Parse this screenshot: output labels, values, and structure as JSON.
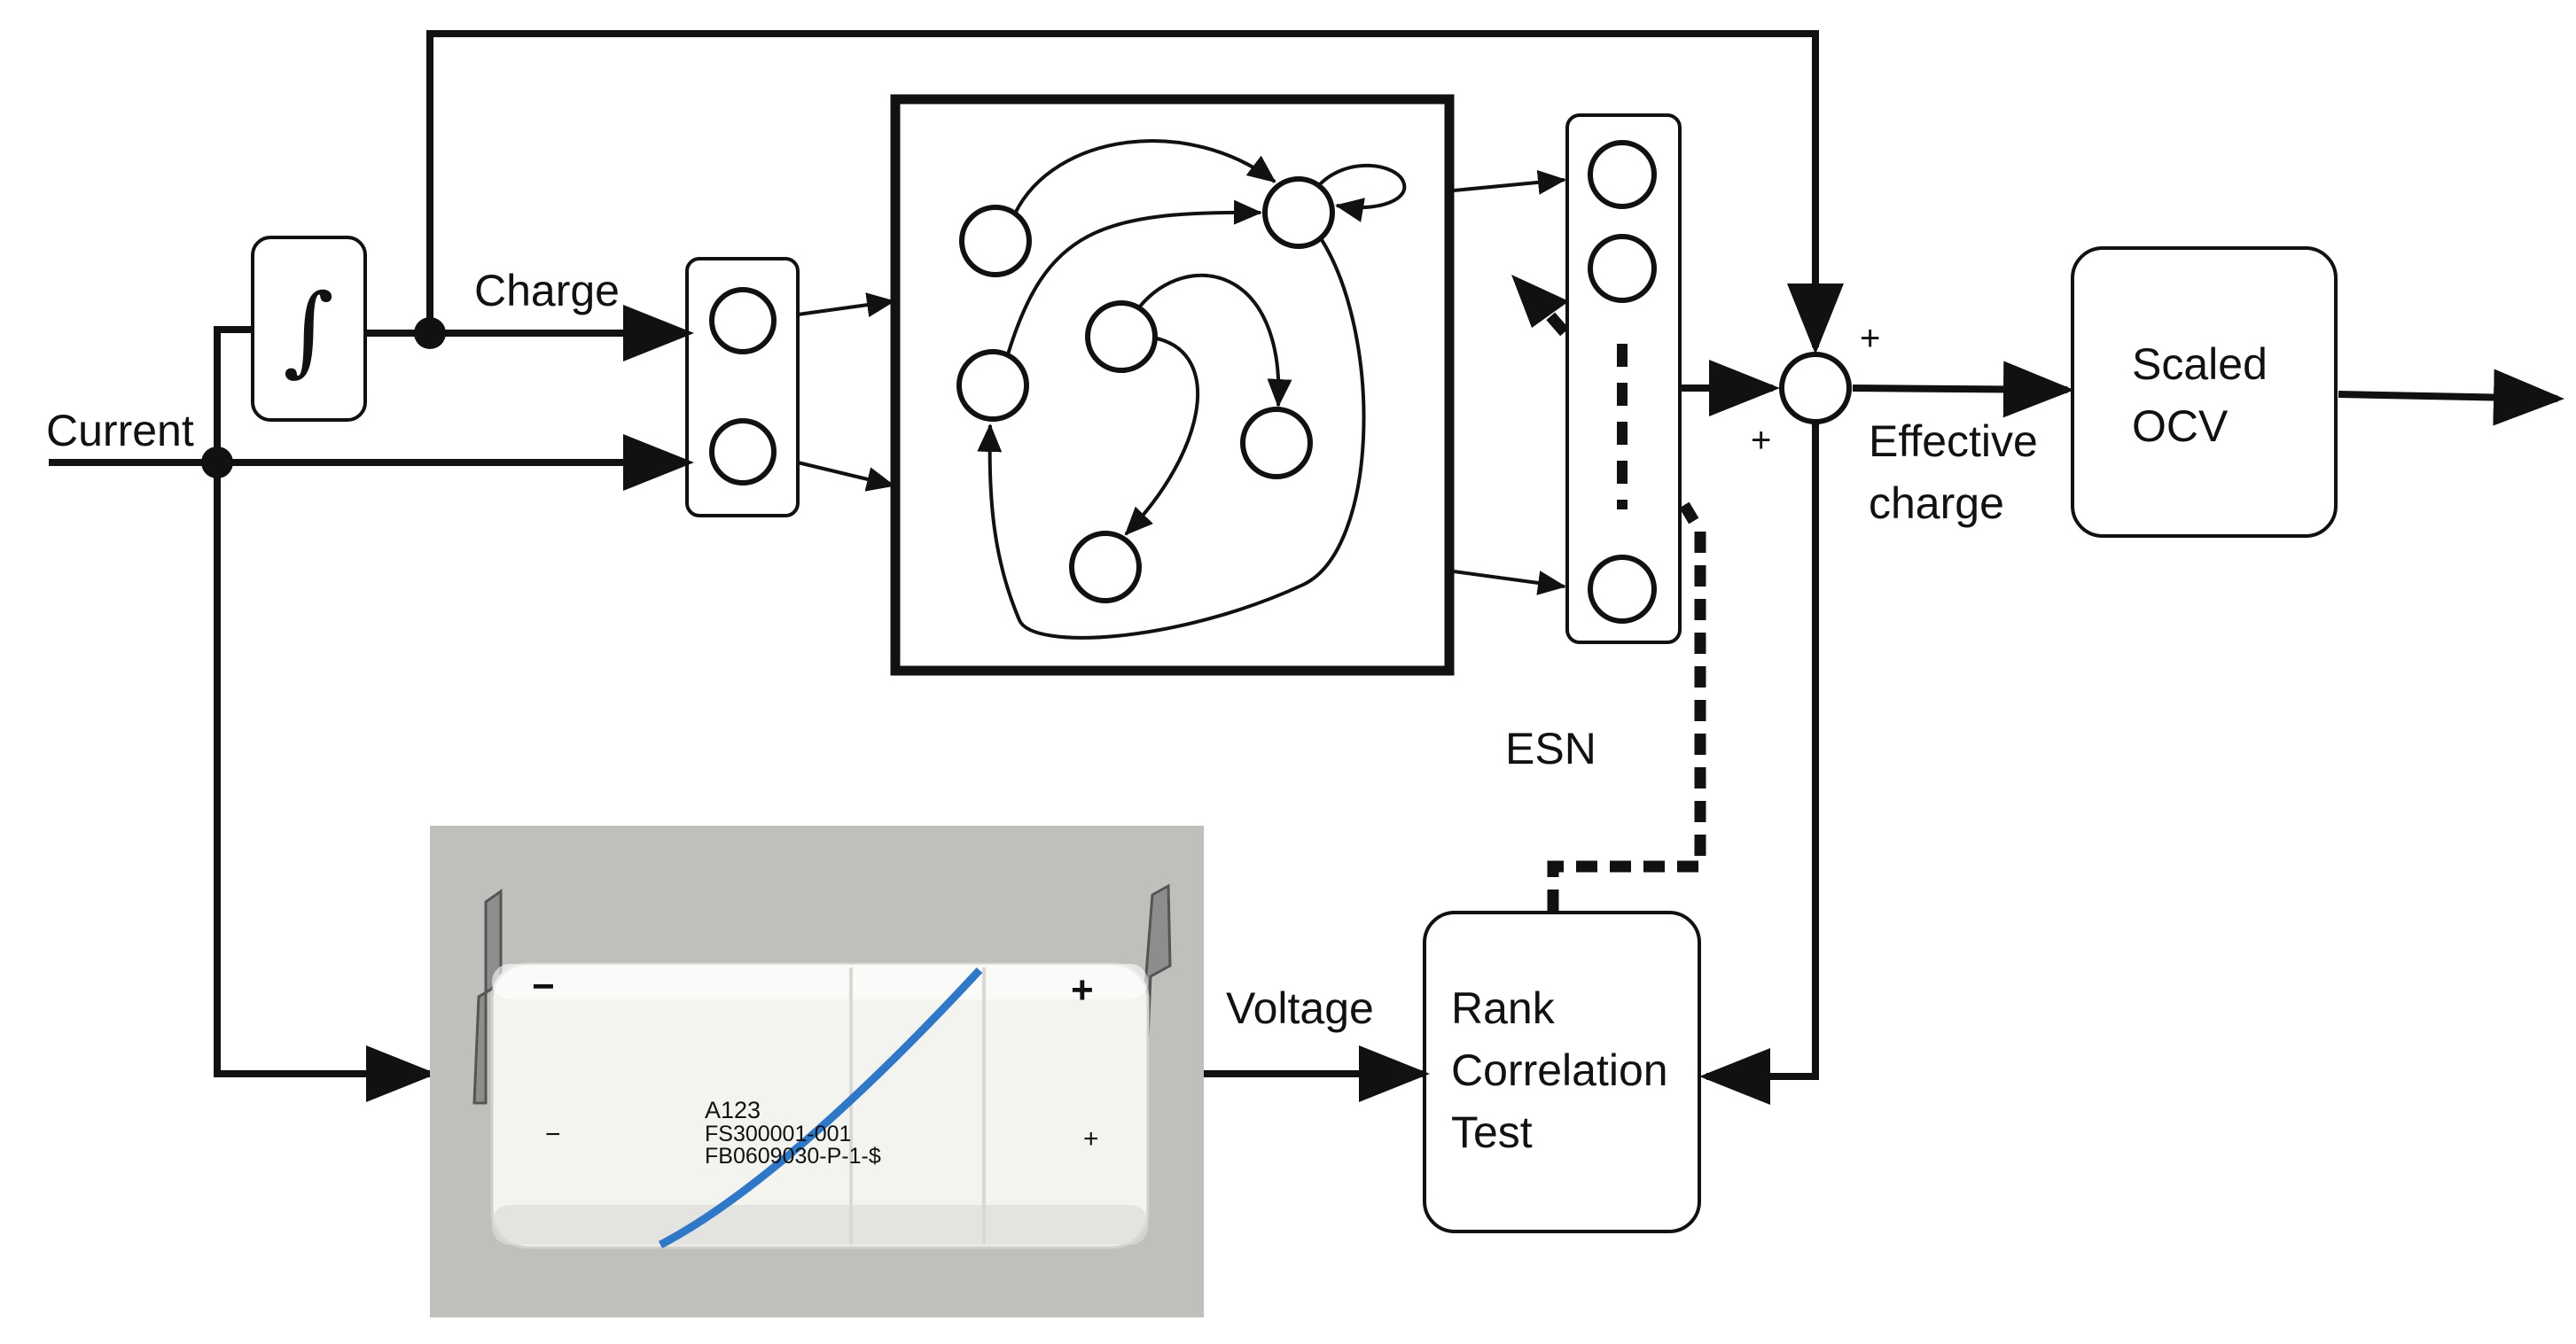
{
  "colors": {
    "ink": "#111111",
    "photo_bg": "#bdbcb8",
    "battery_white": "#f3f3f0",
    "battery_stripe": "#2f78c8",
    "terminal_metal": "#8d8d8d"
  },
  "icons": {
    "integrator": "integral-sign",
    "summing_junction": "circle",
    "photo": "battery-cell-photo"
  },
  "labels": {
    "current": "Current",
    "charge": "Charge",
    "integrator_symbol": "∫",
    "plus_top": "+",
    "plus_bottom": "+",
    "effective_charge_line1": "Effective",
    "effective_charge_line2": "charge",
    "ocv_line1": "Scaled",
    "ocv_line2": "OCV",
    "esn": "ESN",
    "voltage": "Voltage",
    "rank_line1": "Rank",
    "rank_line2": "Correlation",
    "rank_line3": "Test"
  },
  "battery": {
    "neg_end": "−",
    "neg_side": "−",
    "pos_end": "+",
    "pos_side": "+",
    "print_line1": "A123",
    "print_line2": "FS300001-001",
    "print_line3": "FB0609030-P-1-$"
  }
}
